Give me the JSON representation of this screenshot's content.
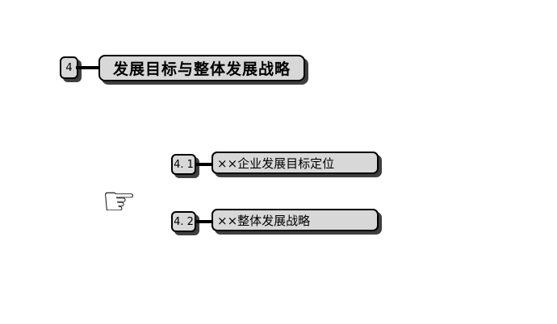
{
  "page": {
    "background": "#ffffff"
  },
  "diagram": {
    "section": {
      "number": "4",
      "title": "发展目标与整体发展战略"
    },
    "items": [
      {
        "number": "4. 1",
        "label": "××企业发展目标定位"
      },
      {
        "number": "4. 2",
        "label": "××整体发展战略"
      }
    ],
    "pointer_icon": "☞",
    "colors": {
      "box_fill": "#d8d8d8",
      "box_border": "#000000",
      "box_shadow": "#3f3f3f",
      "text": "#000000"
    }
  }
}
